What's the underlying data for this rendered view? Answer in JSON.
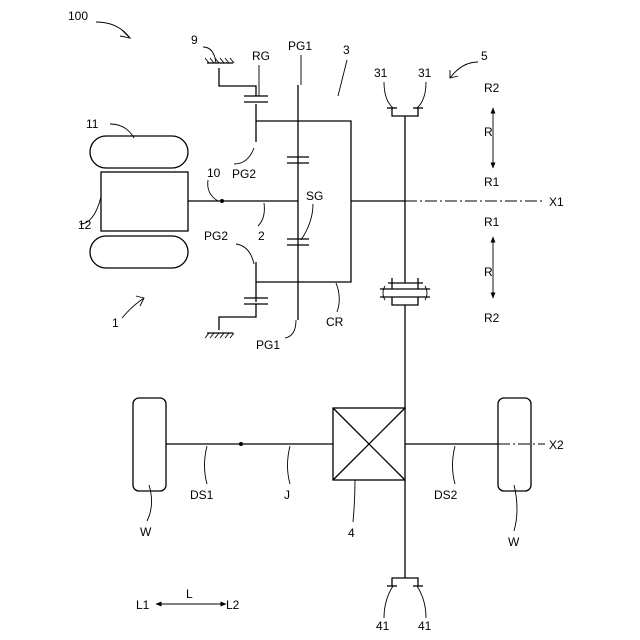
{
  "figure_number": "100",
  "labels": {
    "motor_stator": "11",
    "motor_rotor": "12",
    "rotor_shaft": "10",
    "ground_top": "9",
    "ring_gear": "RG",
    "first_pinion_top": "PG1",
    "planetary": "3",
    "second_pinion_top": "PG2",
    "input_shaft": "2",
    "sun_gear": "SG",
    "second_pinion_bottom": "PG2",
    "first_pinion_bottom": "PG1",
    "carrier": "CR",
    "drive_unit": "1",
    "bearing_a": "31",
    "bearing_b": "31",
    "reducer": "5",
    "axis_1": "X1",
    "axis_2": "X2",
    "differential": "4",
    "shaft_joint": "J",
    "drive_shaft_1": "DS1",
    "drive_shaft_2": "DS2",
    "wheel_left": "W",
    "wheel_right": "W",
    "bearing_c": "41",
    "bearing_d": "41"
  },
  "radial_top": {
    "outer": "R2",
    "mid": "R",
    "inner": "R1"
  },
  "radial_bottom": {
    "inner": "R1",
    "mid": "R",
    "outer": "R2"
  },
  "axial": {
    "left": "L1",
    "mid": "L",
    "right": "L2"
  }
}
